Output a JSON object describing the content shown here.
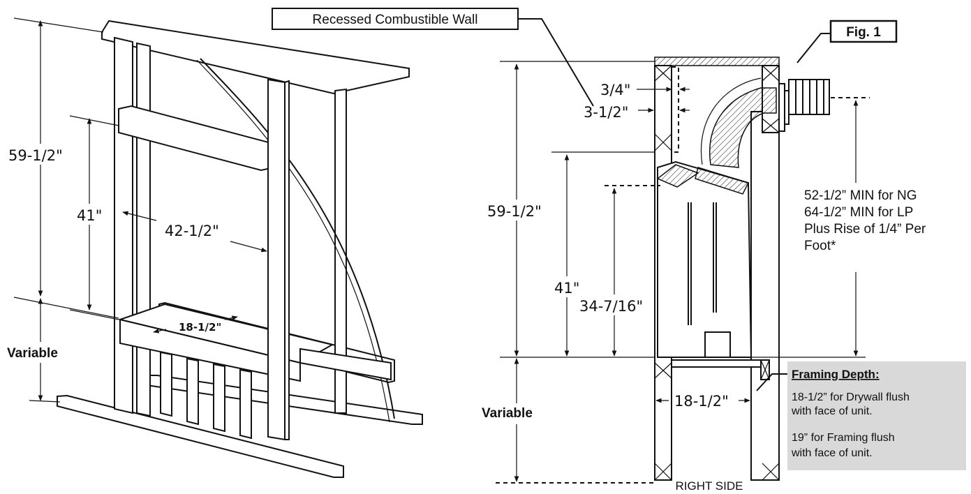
{
  "callouts": {
    "recessed_wall": "Recessed Combustible Wall",
    "fig": "Fig. 1",
    "right_side": "RIGHT SIDE"
  },
  "left_view": {
    "dim_height": "59-1/2\"",
    "dim_opening_height": "41\"",
    "dim_width": "42-1/2\"",
    "dim_depth": "18-1/2\"",
    "variable": "Variable"
  },
  "right_view": {
    "dim_three_quarter": "3/4\"",
    "dim_three_half": "3-1/2\"",
    "dim_height": "59-1/2\"",
    "dim_opening_height": "41\"",
    "dim_unit_height": "34-7/16\"",
    "dim_depth": "18-1/2\"",
    "variable": "Variable",
    "vent_note": [
      "52-1/2” MIN for NG",
      "64-1/2” MIN for LP",
      "Plus Rise of 1/4” Per",
      "Foot*"
    ]
  },
  "framing_box": {
    "title": "Framing Depth:",
    "line1": [
      "18-1/2” for Drywall flush",
      "with face of unit."
    ],
    "line2": [
      "19” for Framing flush",
      "with face of unit."
    ],
    "bg_color": "#d9d9d9"
  }
}
